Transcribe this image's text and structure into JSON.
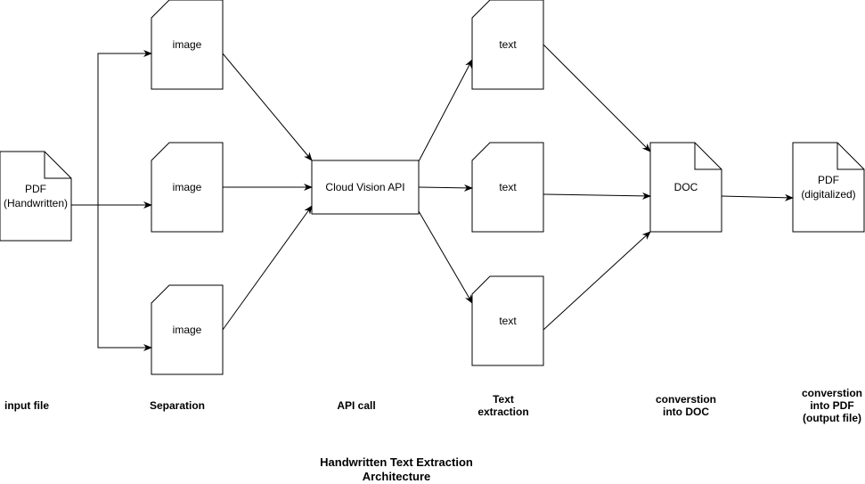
{
  "diagram": {
    "title": "Handwritten Text Extraction\nArchitecture",
    "nodes": {
      "input_pdf": {
        "label_line1": "PDF",
        "label_line2": "(Handwritten)"
      },
      "image1": {
        "label": "image"
      },
      "image2": {
        "label": "image"
      },
      "image3": {
        "label": "image"
      },
      "cloud_api": {
        "label": "Cloud Vision API"
      },
      "text1": {
        "label": "text"
      },
      "text2": {
        "label": "text"
      },
      "text3": {
        "label": "text"
      },
      "doc": {
        "label": "DOC"
      },
      "output_pdf": {
        "label_line1": "PDF",
        "label_line2": "(digitalized)"
      }
    },
    "stages": {
      "input": "input file",
      "separation": "Separation",
      "api_call": "API call",
      "text_extraction": "Text\nextraction",
      "doc_conversion": "converstion\ninto DOC",
      "pdf_conversion": "converstion\ninto PDF\n(output file)"
    }
  }
}
